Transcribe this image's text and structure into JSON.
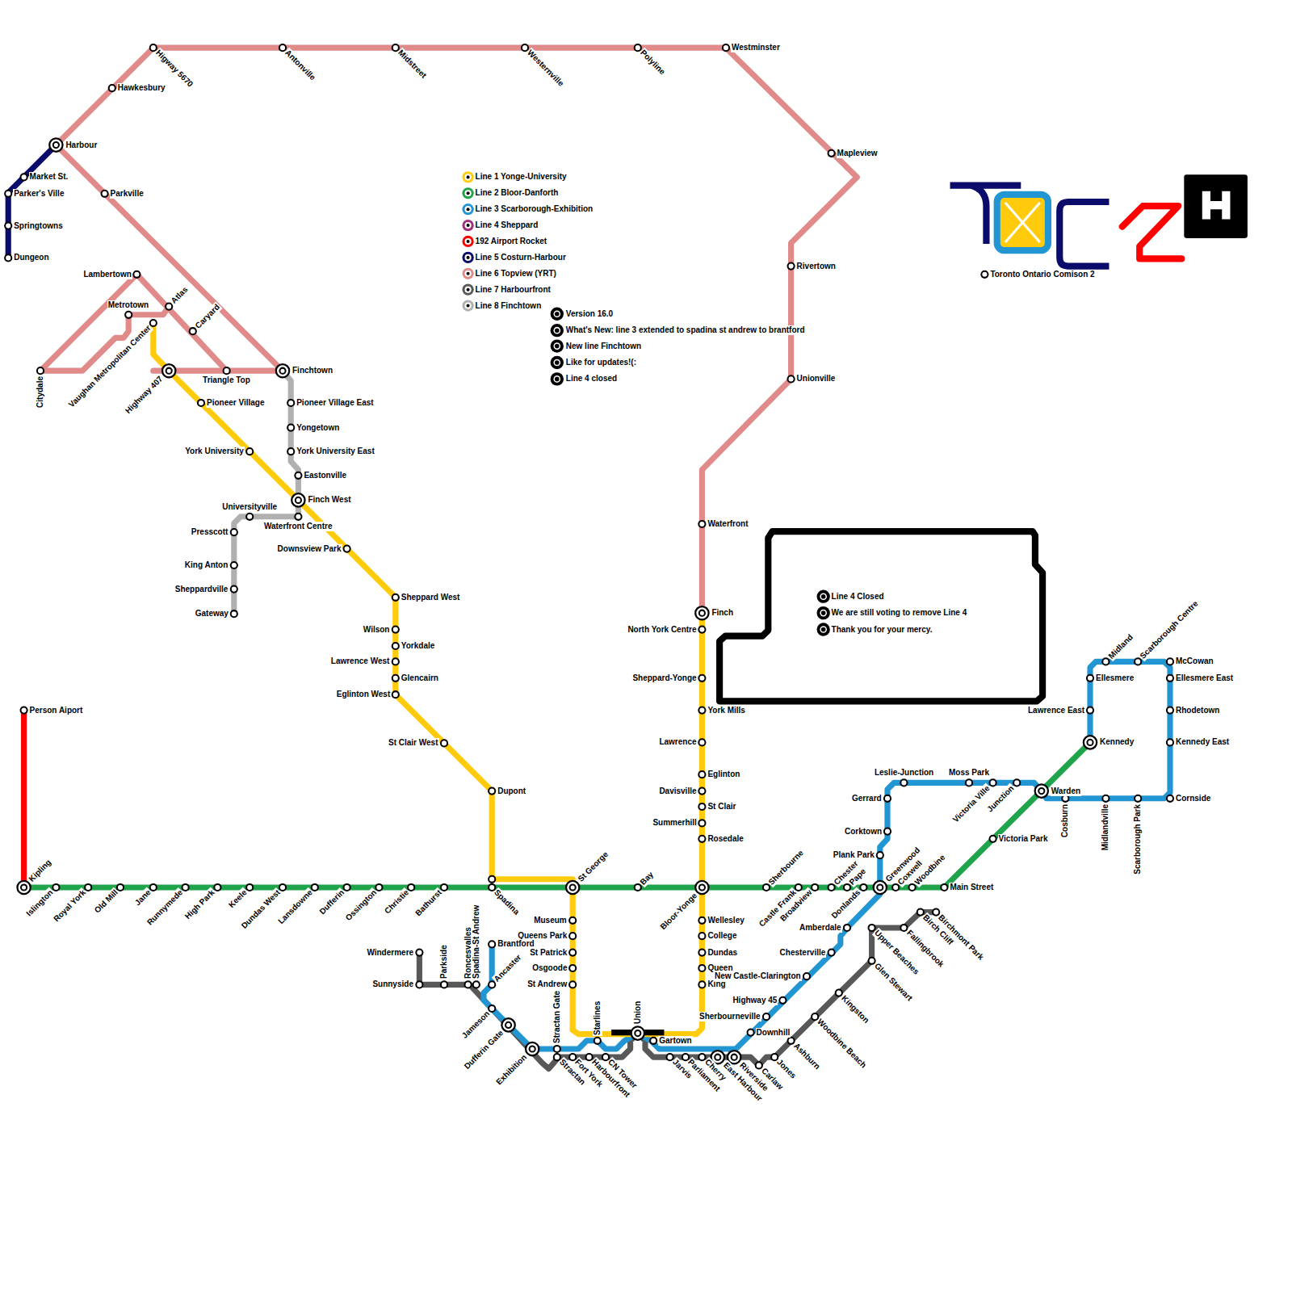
{
  "diagram": {
    "nodes": [
      {
        "text": [
          "Line 4 Closed",
          "We are still voting to remove Line 4",
          "Thank you for your mercy."
        ]
      }
    ],
    "labels": [
      "Higway 5670",
      "Hawkesbury",
      "Harbour",
      "Antonville",
      "Midstreet",
      "Westernville",
      "Polyline",
      "Westminster",
      "Market St.",
      "Parker's Ville",
      "Parkville",
      "Springtowns",
      "Dungeon",
      "Mapleview",
      "Rivertown",
      "Lambertown",
      "Metrotown",
      "Atlas",
      "Caryard",
      "Vaughan Metropolitan Center",
      "Citydale",
      "Highway 407",
      "Triangle Top",
      "Finchtown",
      "Unionville",
      "Pioneer Village",
      "Pioneer Village East",
      "Yongetown",
      "York University",
      "York University East",
      "Eastonville",
      "Universityville",
      "Finch West",
      "Waterfront Centre",
      "Waterfront",
      "Presscott",
      "Downsview Park",
      "King Anton",
      "Sheppardville",
      "Sheppard West",
      "Gateway",
      "Finch",
      "Wilson",
      "North York Centre",
      "Yorkdale",
      "Lawrence West",
      "Glencairn",
      "Sheppard-Yonge",
      "Eglinton West",
      "York Mills",
      "Person Aiport",
      "St Clair West",
      "Lawrence",
      "Eglinton",
      "Dupont",
      "Davisville",
      "St Clair",
      "Summerhill",
      "Rosedale",
      "Kipling",
      "Islington",
      "Royal York",
      "Old Mill",
      "Jane",
      "Runnymede",
      "High Park",
      "Keele",
      "Dundas West",
      "Lansdowne",
      "Dufferin",
      "Ossington",
      "Christie",
      "Bathurst",
      "Spadina",
      "St George",
      "Bay",
      "Bloor-Yonge",
      "Sherbourne",
      "Castle Frank",
      "Broadview",
      "Chester",
      "Pape",
      "Donlands",
      "Greenwood",
      "Coxwell",
      "Woodbine",
      "Main Street",
      "Victoria Park",
      "Warden",
      "Kennedy",
      "Leslie-Junction",
      "Moss Park",
      "Victoria Ville",
      "Junction",
      "Gerrard",
      "Corktown",
      "Plank Park",
      "Cosburn",
      "Midlandville",
      "Scarborough Park",
      "Cornside",
      "Kennedy East",
      "Rhodetown",
      "Lawrence East",
      "Ellesmere",
      "Ellesmere East",
      "McCowan",
      "Midland",
      "Scarborough Centre",
      "Museum",
      "Wellesley",
      "Queens Park",
      "College",
      "St Patrick",
      "Dundas",
      "Osgoode",
      "Queen",
      "St Andrew",
      "King",
      "Amberdale",
      "Chesterville",
      "New Castle-Clarington",
      "Highway 45",
      "Sherbourneville",
      "Downhill",
      "Brantford",
      "Windermere",
      "Parkside",
      "Roncesvalles",
      "Spadina-St Andrew",
      "Sunnyside",
      "Ancaster",
      "Jameson",
      "Dufferin Gate",
      "Exhibition",
      "Stractan Gate",
      "Starlines",
      "Union",
      "Gartown",
      "Stractan",
      "Fort York",
      "Harbourfront",
      "CN Tower",
      "Jarvis",
      "Parliament",
      "Cherry",
      "East Harbour",
      "Riverside",
      "Carlaw",
      "Jones",
      "Ashburn",
      "Woodbine Beach",
      "Kingston",
      "Glen Stewart",
      "Upper Beaches",
      "Fallingbrook",
      "Birch Cliff",
      "Birchmont Park",
      "Version 16.0",
      "What's New: line 3 extended to spadina st andrew to brantford",
      "New line Finchtown",
      "Like for updates!(:",
      "Line 4 closed",
      "Toronto Ontario Comison 2"
    ],
    "legend": [
      {
        "text": "Line 1 Yonge-University",
        "color": "#FFCB0C"
      },
      {
        "text": "Line 2 Bloor-Danforth",
        "color": "#1FA44C"
      },
      {
        "text": "Line 3 Scarborough-Exhibition",
        "color": "#2196D3"
      },
      {
        "text": "Line 4 Sheppard",
        "color": "#A0307D"
      },
      {
        "text": "192 Airport Rocket",
        "color": "#FF0000"
      },
      {
        "text": "Line 5 Costurn-Harbour",
        "color": "#0B0B6B"
      },
      {
        "text": "Line 6 Topview (YRT)",
        "color": "#E08A8A"
      },
      {
        "text": "Line 7 Harbourfront",
        "color": "#585858"
      },
      {
        "text": "Line 8 Finchtown",
        "color": "#B0B0B0"
      }
    ]
  }
}
